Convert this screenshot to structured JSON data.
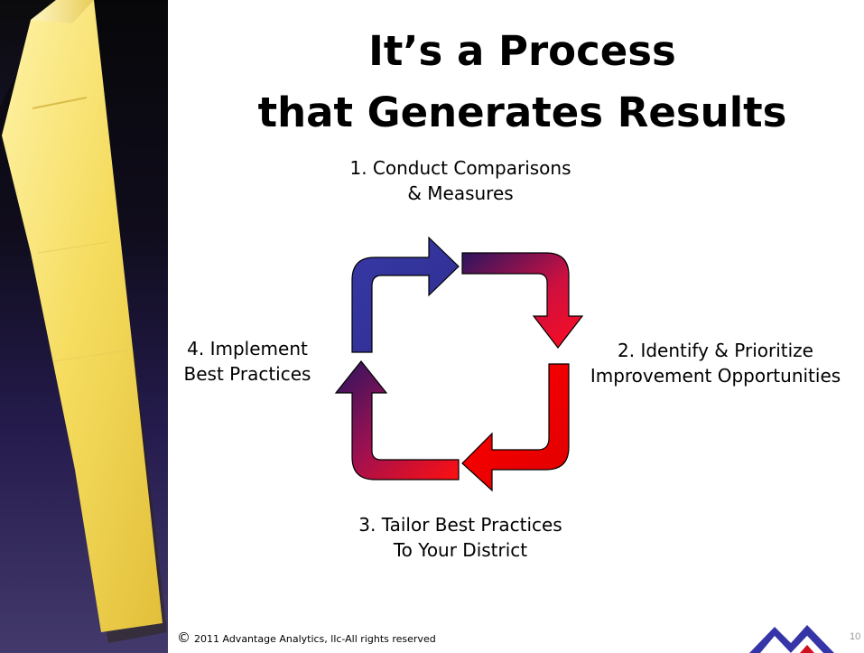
{
  "slide": {
    "title_line1": "It’s a Process",
    "title_line2": "that Generates Results"
  },
  "cycle": {
    "steps": [
      {
        "line1": "1. Conduct Comparisons",
        "line2": "& Measures"
      },
      {
        "line1": "2. Identify & Prioritize",
        "line2": "Improvement Opportunities"
      },
      {
        "line1": "3. Tailor Best Practices",
        "line2": "To Your District"
      },
      {
        "line1": "4. Implement",
        "line2": "Best Practices"
      }
    ]
  },
  "footer": {
    "copyright_symbol": "©",
    "copyright_text": "2011 Advantage Analytics, llc-All rights reserved",
    "page_number": "10"
  },
  "colors": {
    "arrow_blue": "#3535a0",
    "arrow_red": "#ff0000",
    "arrow_crimson": "#cc1040",
    "arrow_navy": "#2a1560",
    "panel_purple": "#5a3aa8",
    "notepad_yellow": "#f4df62"
  }
}
